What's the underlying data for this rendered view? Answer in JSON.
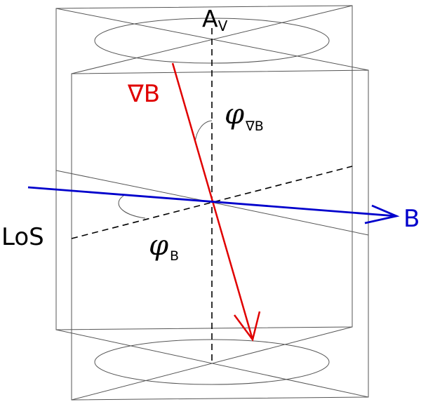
{
  "labels": {
    "axis": "A",
    "axis_subscript": "V",
    "gradient": "∇B",
    "phi": "φ",
    "phi_grad_subscript": "∇B",
    "phi_b_subscript": "B",
    "line_of_sight": "LoS",
    "field": "B"
  },
  "colors": {
    "gradient": "#e00000",
    "field": "#0000cc",
    "frame": "#555555",
    "axis": "#000000",
    "text": "#000000"
  }
}
